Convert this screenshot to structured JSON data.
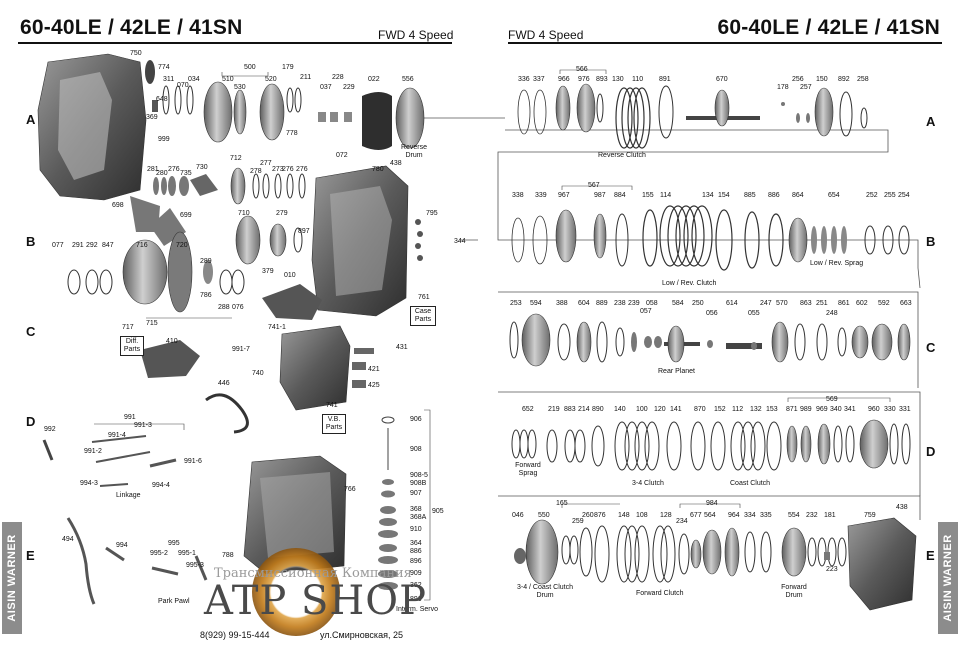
{
  "header": {
    "left_title": "60-40LE / 42LE / 41SN",
    "left_subtitle": "FWD 4 Speed",
    "right_title": "60-40LE / 42LE / 41SN",
    "right_subtitle": "FWD 4 Speed"
  },
  "rows": [
    "A",
    "B",
    "C",
    "D",
    "E"
  ],
  "side_tab_label": "AISIN WARNER",
  "captions": {
    "reverse_drum": "Reverse Drum",
    "reverse_clutch": "Reverse Clutch",
    "low_rev_clutch": "Low / Rev. Clutch",
    "low_rev_sprag": "Low / Rev. Sprag",
    "rear_planet": "Rear Planet",
    "forward_sprag": "Forward Sprag",
    "clutch_34": "3-4 Clutch",
    "coast_clutch": "Coast Clutch",
    "drum_34_coast": "3-4 / Coast Clutch Drum",
    "forward_clutch": "Forward Clutch",
    "forward_drum": "Forward Drum",
    "linkage": "Linkage",
    "park_pawl": "Park Pawl",
    "interm_servo": "Interm. Servo"
  },
  "boxes": {
    "case_parts": "Case Parts",
    "diff_parts": "Diff. Parts",
    "vb_parts": "V.B. Parts"
  },
  "part_numbers": {
    "left": [
      "750",
      "774",
      "311",
      "034",
      "070",
      "500",
      "510",
      "530",
      "520",
      "179",
      "211",
      "228",
      "037",
      "229",
      "022",
      "556",
      "648",
      "369",
      "778",
      "999",
      "281",
      "280",
      "276",
      "735",
      "730",
      "712",
      "278",
      "277",
      "273",
      "276",
      "276",
      "072",
      "780",
      "438",
      "698",
      "699",
      "710",
      "279",
      "897",
      "795",
      "344",
      "077",
      "291",
      "292",
      "847",
      "716",
      "720",
      "289",
      "786",
      "288",
      "076",
      "379",
      "010",
      "761",
      "715",
      "717",
      "410",
      "741-1",
      "991-7",
      "431",
      "740",
      "421",
      "425",
      "446",
      "741",
      "991",
      "992",
      "991-4",
      "991-3",
      "991-2",
      "991-6",
      "994-3",
      "994-4",
      "906",
      "908",
      "908-5",
      "908B",
      "907",
      "905",
      "368",
      "368A",
      "910",
      "364",
      "886",
      "896",
      "909",
      "362",
      "896",
      "494",
      "994",
      "995",
      "995-2",
      "995-1",
      "995-3",
      "766",
      "788"
    ],
    "right": [
      "336",
      "337",
      "566",
      "966",
      "976",
      "893",
      "130",
      "110",
      "891",
      "670",
      "178",
      "256",
      "257",
      "150",
      "892",
      "258",
      "338",
      "339",
      "567",
      "967",
      "987",
      "884",
      "155",
      "114",
      "134",
      "154",
      "885",
      "886",
      "864",
      "654",
      "252",
      "255",
      "254",
      "253",
      "594",
      "388",
      "604",
      "889",
      "238",
      "239",
      "058",
      "057",
      "584",
      "250",
      "056",
      "614",
      "055",
      "247",
      "570",
      "863",
      "251",
      "248",
      "861",
      "602",
      "592",
      "663",
      "652",
      "219",
      "883",
      "214",
      "890",
      "140",
      "100",
      "120",
      "141",
      "870",
      "152",
      "112",
      "132",
      "153",
      "871",
      "989",
      "969",
      "340",
      "341",
      "569",
      "960",
      "330",
      "331",
      "046",
      "550",
      "165",
      "259",
      "260",
      "876",
      "148",
      "108",
      "128",
      "234",
      "677",
      "984",
      "564",
      "964",
      "334",
      "335",
      "554",
      "232",
      "181",
      "223",
      "759",
      "438"
    ]
  },
  "watermark": {
    "company": "Трансмиссионная Компания",
    "brand": "ATP SHOP",
    "phone": "8(929) 99-15-444",
    "address": "ул.Смирновская, 25"
  }
}
